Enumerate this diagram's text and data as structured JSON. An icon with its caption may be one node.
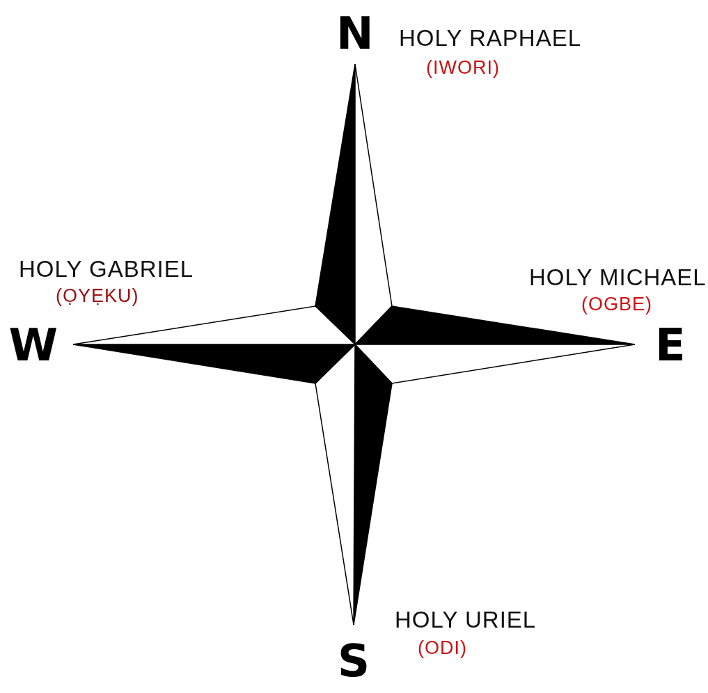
{
  "diagram": {
    "labels": [
      "N",
      "HOLY RAPHAEL",
      "(IWORI)",
      "HOLY GABRIEL",
      "(ỌYẸKU)",
      "HOLY MICHAEL",
      "(OGBE)",
      "W",
      "E",
      "HOLY URIEL",
      "(ODI)",
      "S"
    ]
  }
}
